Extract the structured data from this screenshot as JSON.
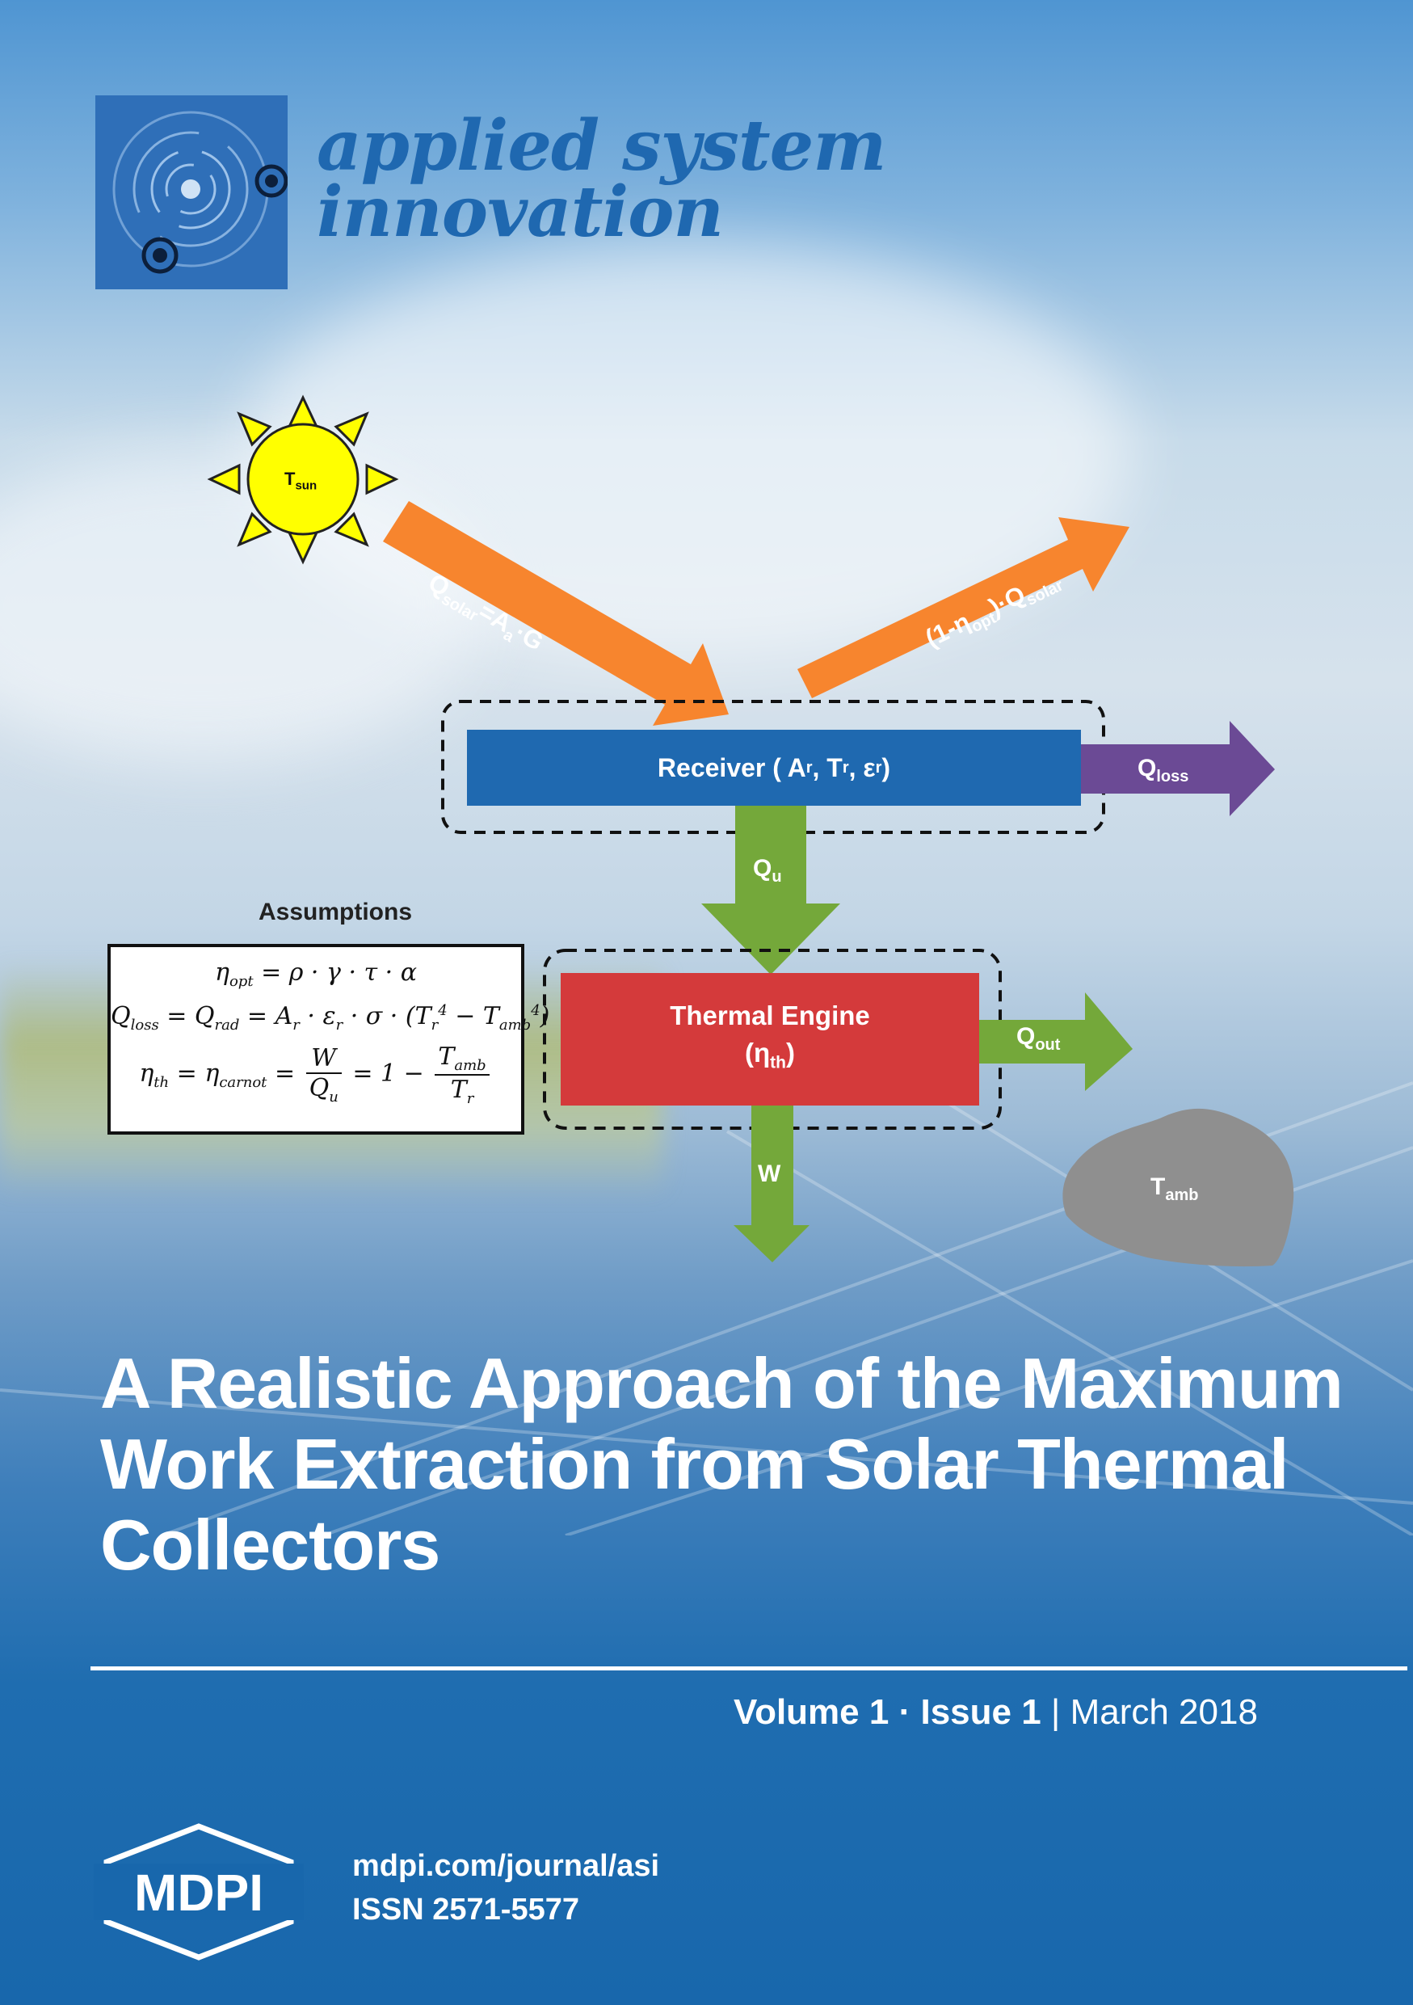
{
  "journal": {
    "name_line1": "applied system",
    "name_line2": "innovation",
    "brand_color": "#1f68b0"
  },
  "diagram": {
    "sun_label": "T",
    "sun_label_sub": "sun",
    "solar_in_label": "Q",
    "solar_in_sub": "solar",
    "solar_in_mid": "=A",
    "solar_in_sub2": "a",
    "solar_in_tail": "·G",
    "reflect_label_a": "(1-η",
    "reflect_label_sub": "opt",
    "reflect_label_b": ")·Q",
    "reflect_label_sub2": "solar",
    "receiver_text": "Receiver ( A",
    "receiver_sub1": "r",
    "receiver_mid1": " , T",
    "receiver_sub2": "r",
    "receiver_mid2": " , ε",
    "receiver_sub3": "r",
    "receiver_end": " )",
    "loss_label": "Q",
    "loss_sub": "loss",
    "useful_label": "Q",
    "useful_sub": "u",
    "engine_line1": "Thermal Engine",
    "engine_line2_a": "(η",
    "engine_line2_sub": "th",
    "engine_line2_b": ")",
    "out_label": "Q",
    "out_sub": "out",
    "work_label": "W",
    "amb_label": "T",
    "amb_sub": "amb",
    "assumptions_title": "Assumptions",
    "colors": {
      "solar_arrow": "#f7852e",
      "receiver": "#1f69b0",
      "loss_arrow": "#6b4a95",
      "green_arrow": "#74a83a",
      "engine": "#d43a3b",
      "sun": "#ffff00",
      "rock": "#8f8f8f"
    }
  },
  "article": {
    "title_line1": "A Realistic Approach of the Maximum",
    "title_line2": "Work Extraction from Solar Thermal",
    "title_line3": "Collectors"
  },
  "issue": {
    "volume": "Volume 1",
    "separator": " · ",
    "issue": "Issue 1",
    "bar": " | ",
    "date": "March 2018"
  },
  "publisher": {
    "name": "MDPI",
    "url": "mdpi.com/journal/asi",
    "issn": "ISSN 2571-5577"
  }
}
